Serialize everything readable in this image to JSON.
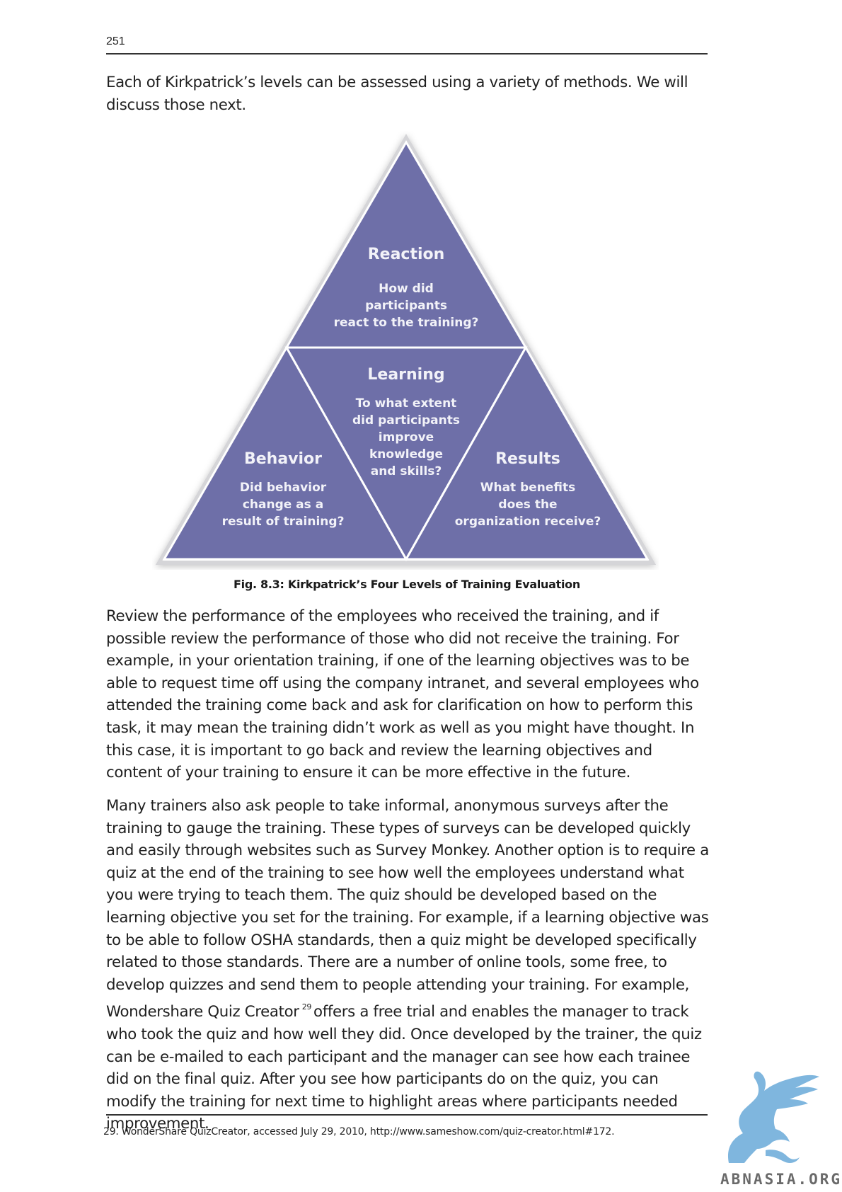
{
  "page": {
    "number": "251"
  },
  "intro": "Each of Kirkpatrick’s levels can be assessed using a variety of methods. We will discuss those next.",
  "diagram": {
    "fill_color": "#6e6fa8",
    "levels": [
      {
        "title": "Reaction",
        "lines": [
          "How did",
          "participants",
          "react to the training?"
        ]
      },
      {
        "title": "Learning",
        "lines": [
          "To what extent",
          "did participants",
          "improve",
          "knowledge",
          "and skills?"
        ]
      },
      {
        "title": "Behavior",
        "lines": [
          "Did behavior",
          "change as a",
          "result of training?"
        ]
      },
      {
        "title": "Results",
        "lines": [
          "What benefits",
          "does the",
          "organization receive?"
        ]
      }
    ]
  },
  "caption": "Fig. 8.3: Kirkpatrick’s Four Levels of Training Evaluation",
  "paragraph_1": "Review the performance of the employees who received the training, and if possible review the performance of those who did not receive the training. For example, in your orientation training, if one of the learning objectives was to be able to request time off using the company intranet, and several employees who attended the training come back and ask for clarification on how to perform this task, it may mean the training didn’t work as well as you might have thought. In this case, it is important to go back and review the learning objectives and content of your training to ensure it can be more effective in the future.",
  "paragraph_2_before": "Many trainers also ask people to take informal, anonymous surveys after the training to gauge the training. These types of surveys can be developed quickly and easily through websites such as Survey Monkey. Another option is to require a quiz at the end of the training to see how well the employees understand what you were trying to teach them. The quiz should be developed based on the learning objective you set for the training. For example, if a learning objective was to be able to follow OSHA standards, then a quiz might be developed specifically related to those standards. There are a number of online tools, some free, to develop quizzes and send them to people attending your training. For example, Wondershare Quiz Creator",
  "footnote_ref": "29",
  "paragraph_2_after": "offers a free trial and enables the manager to track who took the quiz and how well they did. Once developed by the trainer, the quiz can be e-mailed to each participant and the manager can see how each trainee did on the final quiz. After you see how participants do on the quiz, you can modify the training for next time to highlight areas where participants needed improvement.",
  "footnote": "29. WonderShare QuizCreator, accessed July 29, 2010, http://www.sameshow.com/quiz-creator.html#172.",
  "watermark": {
    "text": "ABNASIA.ORG",
    "color": "#7fb6de"
  }
}
